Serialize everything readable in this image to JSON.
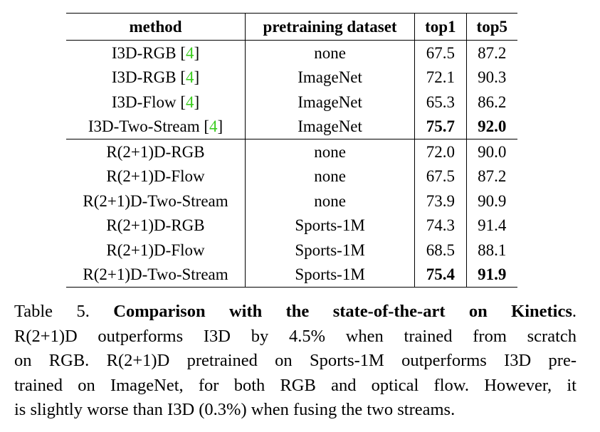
{
  "table": {
    "headers": [
      "method",
      "pretraining dataset",
      "top1",
      "top5"
    ],
    "groups": [
      [
        {
          "method": "I3D-RGB",
          "ref": "4",
          "dataset": "none",
          "top1": "67.5",
          "top5": "87.2",
          "bold": false
        },
        {
          "method": "I3D-RGB",
          "ref": "4",
          "dataset": "ImageNet",
          "top1": "72.1",
          "top5": "90.3",
          "bold": false
        },
        {
          "method": "I3D-Flow",
          "ref": "4",
          "dataset": "ImageNet",
          "top1": "65.3",
          "top5": "86.2",
          "bold": false
        },
        {
          "method": "I3D-Two-Stream",
          "ref": "4",
          "dataset": "ImageNet",
          "top1": "75.7",
          "top5": "92.0",
          "bold": true
        }
      ],
      [
        {
          "method": "R(2+1)D-RGB",
          "ref": "",
          "dataset": "none",
          "top1": "72.0",
          "top5": "90.0",
          "bold": false
        },
        {
          "method": "R(2+1)D-Flow",
          "ref": "",
          "dataset": "none",
          "top1": "67.5",
          "top5": "87.2",
          "bold": false
        },
        {
          "method": "R(2+1)D-Two-Stream",
          "ref": "",
          "dataset": "none",
          "top1": "73.9",
          "top5": "90.9",
          "bold": false
        },
        {
          "method": "R(2+1)D-RGB",
          "ref": "",
          "dataset": "Sports-1M",
          "top1": "74.3",
          "top5": "91.4",
          "bold": false
        },
        {
          "method": "R(2+1)D-Flow",
          "ref": "",
          "dataset": "Sports-1M",
          "top1": "68.5",
          "top5": "88.1",
          "bold": false
        },
        {
          "method": "R(2+1)D-Two-Stream",
          "ref": "",
          "dataset": "Sports-1M",
          "top1": "75.4",
          "top5": "91.9",
          "bold": true
        }
      ]
    ]
  },
  "caption": {
    "label": "Table 5.",
    "bold_title": "Comparison with the state-of-the-art on Kinetics",
    "line1_end": ".",
    "line2": "R(2+1)D outperforms I3D by 4.5% when trained from scratch",
    "line3": "on RGB. R(2+1)D pretrained on Sports-1M outperforms I3D pre-",
    "line4": "trained on ImageNet, for both RGB and optical flow. However, it",
    "line5": "is slightly worse than I3D (0.3%) when fusing the two streams."
  }
}
